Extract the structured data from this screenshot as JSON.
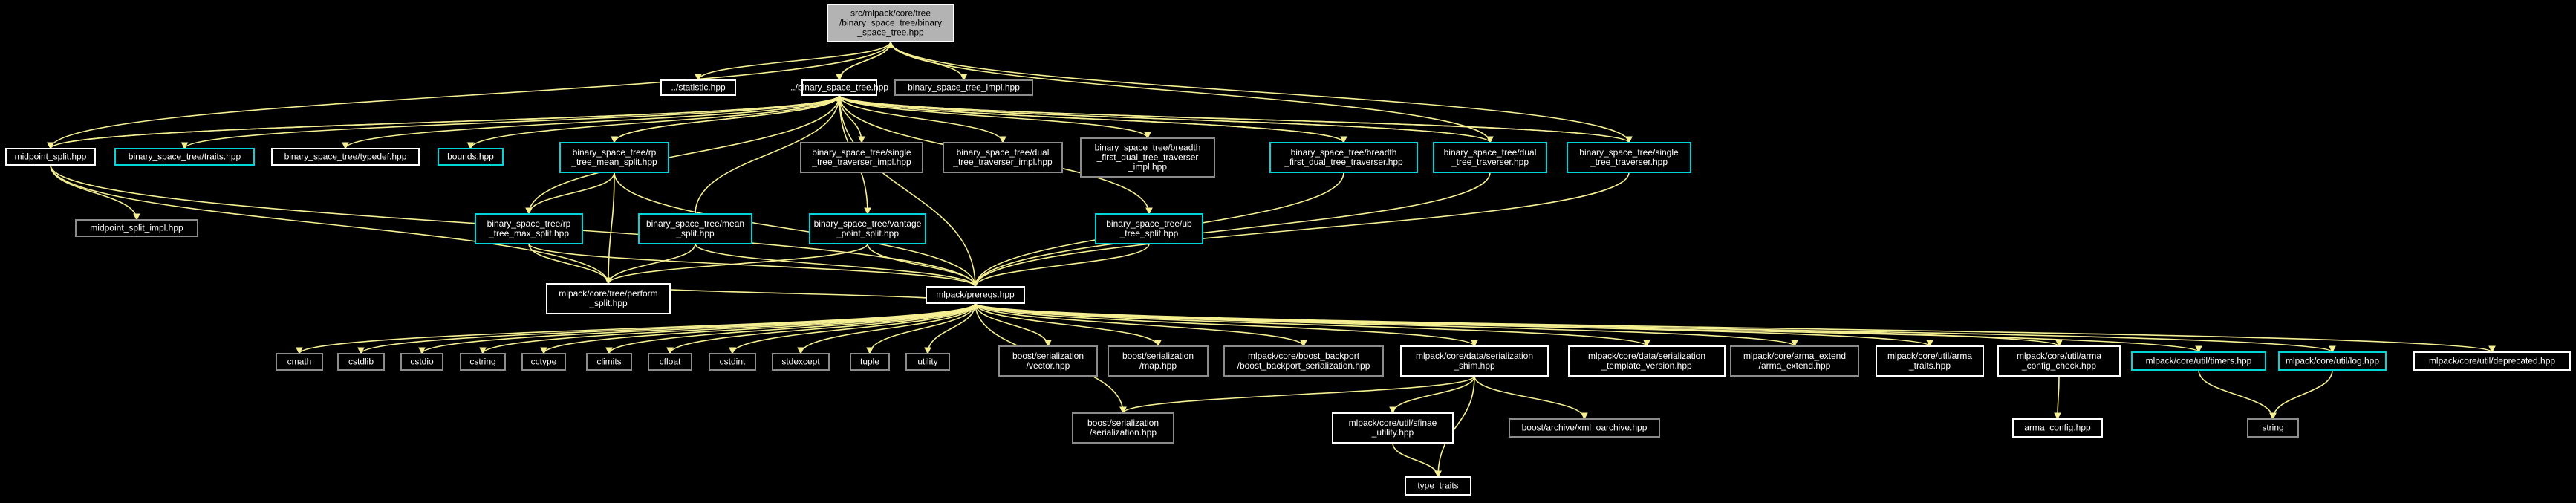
{
  "colors": {
    "background": "#000000",
    "edge": "#f6f093",
    "root_fill": "#b3b3b3",
    "node_border_white": "#ffffff",
    "node_border_cyan": "#00d5da",
    "node_border_gray": "#8c8c8c"
  },
  "graph": {
    "nodes": [
      {
        "id": "root",
        "style": "root",
        "lines": [
          "src/mlpack/core/tree",
          "/binary_space_tree/binary",
          "_space_tree.hpp"
        ]
      },
      {
        "id": "statistic",
        "style": "white",
        "lines": [
          "../statistic.hpp"
        ]
      },
      {
        "id": "bst",
        "style": "white",
        "lines": [
          "../binary_space_tree.hpp"
        ]
      },
      {
        "id": "bst_impl",
        "style": "gray",
        "lines": [
          "binary_space_tree_impl.hpp"
        ]
      },
      {
        "id": "midpoint_split",
        "style": "white",
        "lines": [
          "midpoint_split.hpp"
        ]
      },
      {
        "id": "traits",
        "style": "cyan",
        "lines": [
          "binary_space_tree/traits.hpp"
        ]
      },
      {
        "id": "typedef",
        "style": "white",
        "lines": [
          "binary_space_tree/typedef.hpp"
        ]
      },
      {
        "id": "bounds",
        "style": "cyan",
        "lines": [
          "bounds.hpp"
        ]
      },
      {
        "id": "rp_mean",
        "style": "cyan",
        "lines": [
          "binary_space_tree/rp",
          "_tree_mean_split.hpp"
        ]
      },
      {
        "id": "single_impl",
        "style": "gray",
        "lines": [
          "binary_space_tree/single",
          "_tree_traverser_impl.hpp"
        ]
      },
      {
        "id": "dual_impl",
        "style": "gray",
        "lines": [
          "binary_space_tree/dual",
          "_tree_traverser_impl.hpp"
        ]
      },
      {
        "id": "bfdt_impl",
        "style": "gray",
        "lines": [
          "binary_space_tree/breadth",
          "_first_dual_tree_traverser",
          "_impl.hpp"
        ]
      },
      {
        "id": "bfdt",
        "style": "cyan",
        "lines": [
          "binary_space_tree/breadth",
          "_first_dual_tree_traverser.hpp"
        ]
      },
      {
        "id": "dual",
        "style": "cyan",
        "lines": [
          "binary_space_tree/dual",
          "_tree_traverser.hpp"
        ]
      },
      {
        "id": "single",
        "style": "cyan",
        "lines": [
          "binary_space_tree/single",
          "_tree_traverser.hpp"
        ]
      },
      {
        "id": "midpoint_impl",
        "style": "gray",
        "lines": [
          "midpoint_split_impl.hpp"
        ]
      },
      {
        "id": "rp_max",
        "style": "cyan",
        "lines": [
          "binary_space_tree/rp",
          "_tree_max_split.hpp"
        ]
      },
      {
        "id": "mean_split",
        "style": "cyan",
        "lines": [
          "binary_space_tree/mean",
          "_split.hpp"
        ]
      },
      {
        "id": "vantage",
        "style": "cyan",
        "lines": [
          "binary_space_tree/vantage",
          "_point_split.hpp"
        ]
      },
      {
        "id": "ub",
        "style": "cyan",
        "lines": [
          "binary_space_tree/ub",
          "_tree_split.hpp"
        ]
      },
      {
        "id": "perform",
        "style": "white",
        "lines": [
          "mlpack/core/tree/perform",
          "_split.hpp"
        ]
      },
      {
        "id": "prereqs",
        "style": "white",
        "lines": [
          "mlpack/prereqs.hpp"
        ]
      },
      {
        "id": "cmath",
        "style": "gray",
        "lines": [
          "cmath"
        ]
      },
      {
        "id": "cstdlib",
        "style": "gray",
        "lines": [
          "cstdlib"
        ]
      },
      {
        "id": "cstdio",
        "style": "gray",
        "lines": [
          "cstdio"
        ]
      },
      {
        "id": "cstring",
        "style": "gray",
        "lines": [
          "cstring"
        ]
      },
      {
        "id": "cctype",
        "style": "gray",
        "lines": [
          "cctype"
        ]
      },
      {
        "id": "climits",
        "style": "gray",
        "lines": [
          "climits"
        ]
      },
      {
        "id": "cfloat",
        "style": "gray",
        "lines": [
          "cfloat"
        ]
      },
      {
        "id": "cstdint",
        "style": "gray",
        "lines": [
          "cstdint"
        ]
      },
      {
        "id": "stdexcept",
        "style": "gray",
        "lines": [
          "stdexcept"
        ]
      },
      {
        "id": "tuple",
        "style": "gray",
        "lines": [
          "tuple"
        ]
      },
      {
        "id": "utility",
        "style": "gray",
        "lines": [
          "utility"
        ]
      },
      {
        "id": "boost_vector",
        "style": "gray",
        "lines": [
          "boost/serialization",
          "/vector.hpp"
        ]
      },
      {
        "id": "boost_map",
        "style": "gray",
        "lines": [
          "boost/serialization",
          "/map.hpp"
        ]
      },
      {
        "id": "backport",
        "style": "gray",
        "lines": [
          "mlpack/core/boost_backport",
          "/boost_backport_serialization.hpp"
        ]
      },
      {
        "id": "ser_shim",
        "style": "white",
        "lines": [
          "mlpack/core/data/serialization",
          "_shim.hpp"
        ]
      },
      {
        "id": "ser_tv",
        "style": "white",
        "lines": [
          "mlpack/core/data/serialization",
          "_template_version.hpp"
        ]
      },
      {
        "id": "arma_extend",
        "style": "gray",
        "lines": [
          "mlpack/core/arma_extend",
          "/arma_extend.hpp"
        ]
      },
      {
        "id": "arma_traits",
        "style": "white",
        "lines": [
          "mlpack/core/util/arma",
          "_traits.hpp"
        ]
      },
      {
        "id": "arma_cc",
        "style": "white",
        "lines": [
          "mlpack/core/util/arma",
          "_config_check.hpp"
        ]
      },
      {
        "id": "timers",
        "style": "cyan",
        "lines": [
          "mlpack/core/util/timers.hpp"
        ]
      },
      {
        "id": "log",
        "style": "cyan",
        "lines": [
          "mlpack/core/util/log.hpp"
        ]
      },
      {
        "id": "deprecated",
        "style": "white",
        "lines": [
          "mlpack/core/util/deprecated.hpp"
        ]
      },
      {
        "id": "boost_ser",
        "style": "gray",
        "lines": [
          "boost/serialization",
          "/serialization.hpp"
        ]
      },
      {
        "id": "sfinae",
        "style": "white",
        "lines": [
          "mlpack/core/util/sfinae",
          "_utility.hpp"
        ]
      },
      {
        "id": "xml",
        "style": "gray",
        "lines": [
          "boost/archive/xml_oarchive.hpp"
        ]
      },
      {
        "id": "arma_config",
        "style": "white",
        "lines": [
          "arma_config.hpp"
        ]
      },
      {
        "id": "string",
        "style": "gray",
        "lines": [
          "string"
        ]
      },
      {
        "id": "type_traits",
        "style": "white",
        "lines": [
          "type_traits"
        ]
      }
    ],
    "edges": [
      [
        "root",
        "statistic"
      ],
      [
        "root",
        "bst"
      ],
      [
        "root",
        "bst_impl"
      ],
      [
        "root",
        "midpoint_split"
      ],
      [
        "root",
        "dual"
      ],
      [
        "root",
        "single"
      ],
      [
        "bst",
        "root"
      ],
      [
        "bst",
        "midpoint_split"
      ],
      [
        "bst",
        "traits"
      ],
      [
        "bst",
        "typedef"
      ],
      [
        "bst",
        "bounds"
      ],
      [
        "bst",
        "rp_mean"
      ],
      [
        "bst",
        "single_impl"
      ],
      [
        "bst",
        "dual_impl"
      ],
      [
        "bst",
        "bfdt_impl"
      ],
      [
        "bst",
        "bfdt"
      ],
      [
        "bst",
        "dual"
      ],
      [
        "bst",
        "single"
      ],
      [
        "bst",
        "vantage"
      ],
      [
        "bst",
        "ub"
      ],
      [
        "bst",
        "prereqs"
      ],
      [
        "midpoint_split",
        "bst"
      ],
      [
        "midpoint_split",
        "midpoint_impl"
      ],
      [
        "midpoint_split",
        "perform"
      ],
      [
        "midpoint_split",
        "prereqs"
      ],
      [
        "rp_mean",
        "bst"
      ],
      [
        "rp_mean",
        "rp_max"
      ],
      [
        "rp_mean",
        "perform"
      ],
      [
        "rp_mean",
        "prereqs"
      ],
      [
        "bfdt",
        "bst"
      ],
      [
        "bfdt",
        "prereqs"
      ],
      [
        "dual",
        "bst"
      ],
      [
        "dual",
        "prereqs"
      ],
      [
        "single",
        "bst"
      ],
      [
        "single",
        "prereqs"
      ],
      [
        "rp_max",
        "bst"
      ],
      [
        "rp_max",
        "perform"
      ],
      [
        "rp_max",
        "prereqs"
      ],
      [
        "mean_split",
        "bst"
      ],
      [
        "mean_split",
        "perform"
      ],
      [
        "mean_split",
        "prereqs"
      ],
      [
        "vantage",
        "perform"
      ],
      [
        "vantage",
        "prereqs"
      ],
      [
        "ub",
        "prereqs"
      ],
      [
        "perform",
        "prereqs"
      ],
      [
        "prereqs",
        "cmath"
      ],
      [
        "prereqs",
        "cstdlib"
      ],
      [
        "prereqs",
        "cstdio"
      ],
      [
        "prereqs",
        "cstring"
      ],
      [
        "prereqs",
        "cctype"
      ],
      [
        "prereqs",
        "climits"
      ],
      [
        "prereqs",
        "cfloat"
      ],
      [
        "prereqs",
        "cstdint"
      ],
      [
        "prereqs",
        "stdexcept"
      ],
      [
        "prereqs",
        "tuple"
      ],
      [
        "prereqs",
        "utility"
      ],
      [
        "prereqs",
        "boost_vector"
      ],
      [
        "prereqs",
        "boost_map"
      ],
      [
        "prereqs",
        "backport"
      ],
      [
        "prereqs",
        "ser_shim"
      ],
      [
        "prereqs",
        "ser_tv"
      ],
      [
        "prereqs",
        "arma_extend"
      ],
      [
        "prereqs",
        "arma_traits"
      ],
      [
        "prereqs",
        "arma_cc"
      ],
      [
        "prereqs",
        "timers"
      ],
      [
        "prereqs",
        "log"
      ],
      [
        "prereqs",
        "deprecated"
      ],
      [
        "prereqs",
        "boost_ser"
      ],
      [
        "ser_shim",
        "boost_ser"
      ],
      [
        "ser_shim",
        "sfinae"
      ],
      [
        "ser_shim",
        "xml"
      ],
      [
        "ser_shim",
        "type_traits"
      ],
      [
        "sfinae",
        "type_traits"
      ],
      [
        "arma_cc",
        "arma_config"
      ],
      [
        "timers",
        "string"
      ],
      [
        "log",
        "string"
      ]
    ]
  }
}
